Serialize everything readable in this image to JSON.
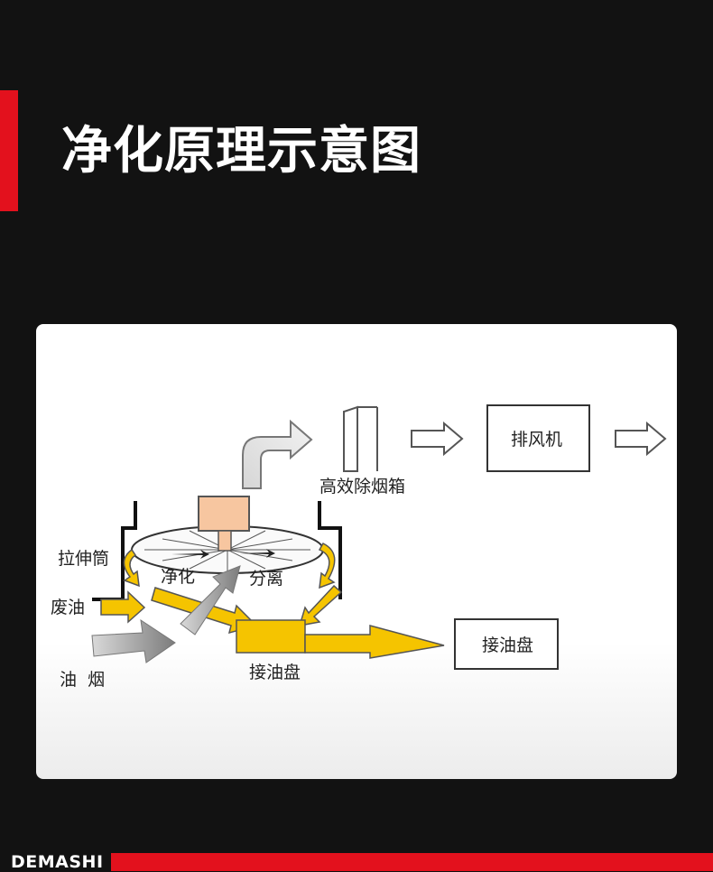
{
  "title": "净化原理示意图",
  "brand": "DEMASHI",
  "diagram": {
    "labels": {
      "stretch_tube": "拉伸筒",
      "waste_oil": "废油",
      "oil_smoke": "油  烟",
      "purify": "净化",
      "separate": "分离",
      "oil_tray_inner": "接油盘",
      "oil_tray_box": "接油盘",
      "hepa_box": "高效除烟箱",
      "exhaust_fan": "排风机"
    },
    "colors": {
      "accent": "#e3111d",
      "oil_flow": "#f5c400",
      "smoke_flow": "#8c8c8c",
      "motor": "#f7c6a0"
    }
  }
}
